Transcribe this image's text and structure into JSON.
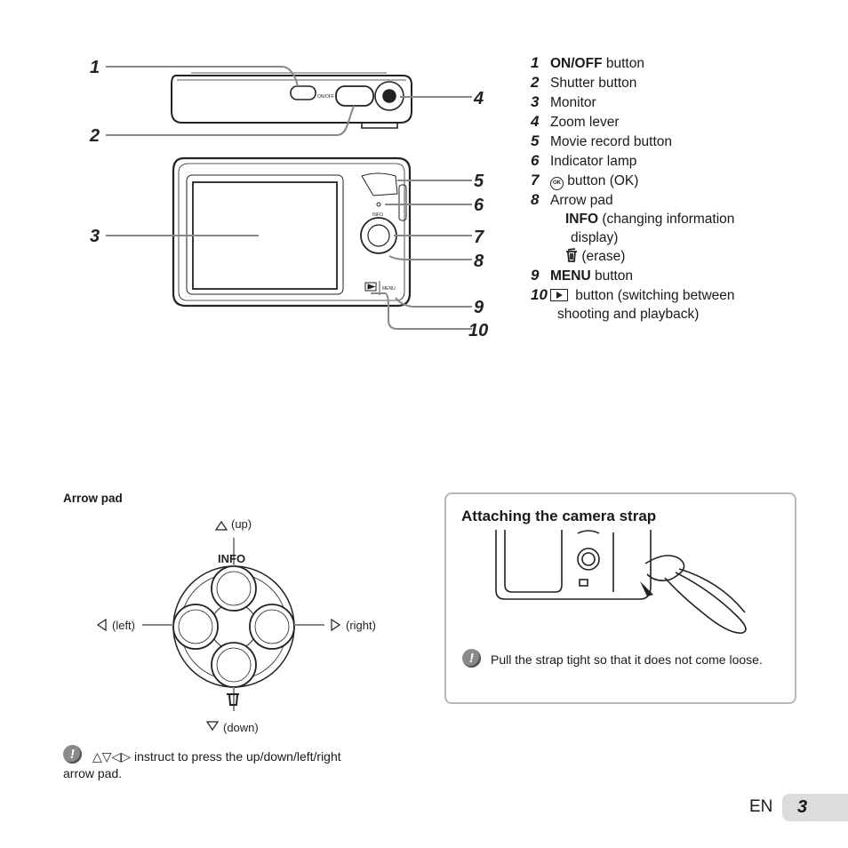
{
  "callouts": [
    "1",
    "2",
    "3",
    "4",
    "5",
    "6",
    "7",
    "8",
    "9",
    "10"
  ],
  "camera_labels": {
    "onoff": "ON/OFF",
    "info": "INFO",
    "menu": "MENU"
  },
  "parts": [
    {
      "num": "1",
      "bold": "ON/OFF",
      "text": " button"
    },
    {
      "num": "2",
      "text": "Shutter button"
    },
    {
      "num": "3",
      "text": "Monitor"
    },
    {
      "num": "4",
      "text": "Zoom lever"
    },
    {
      "num": "5",
      "text": "Movie record button"
    },
    {
      "num": "6",
      "text": "Indicator lamp"
    },
    {
      "num": "7",
      "icon": "ok-icon",
      "icon_text": "OK",
      "text": " button (OK)"
    },
    {
      "num": "8",
      "text": "Arrow pad"
    },
    {
      "num": "9",
      "bold": "MENU",
      "text": " button"
    },
    {
      "num": "10",
      "icon": "play-icon",
      "text": " button (switching between"
    }
  ],
  "arrow_pad_sub": {
    "info_bold": "INFO",
    "info_text": " (changing information",
    "info_cont": "display)",
    "erase_icon": "trash-icon",
    "erase_text": "(erase)"
  },
  "part10_cont": "shooting and playback)",
  "arrow_pad": {
    "title": "Arrow pad",
    "info": "INFO",
    "up": "(up)",
    "down": "(down)",
    "left": "(left)",
    "right": "(right)",
    "note": "instruct to press the up/down/left/right",
    "note_cont": "arrow pad.",
    "symbols": "△▽◁▷"
  },
  "strap": {
    "title": "Attaching the camera strap",
    "note": "Pull the strap tight so that it does not come loose."
  },
  "footer": {
    "lang": "EN",
    "page": "3"
  }
}
